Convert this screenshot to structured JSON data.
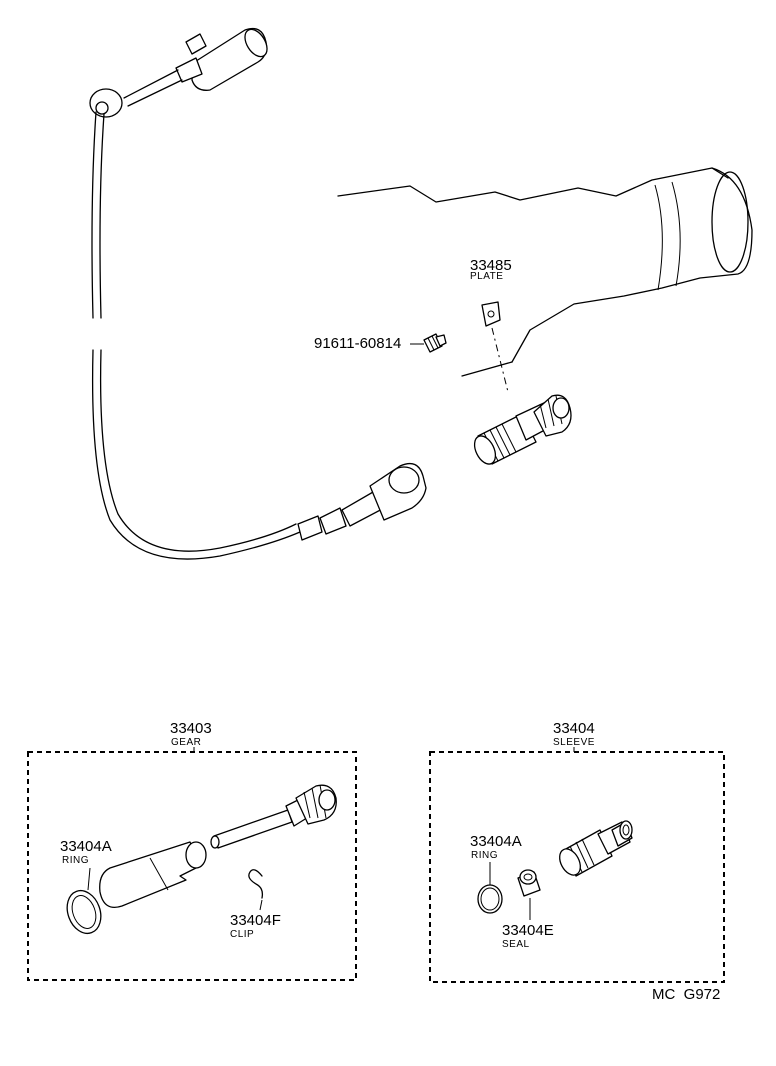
{
  "callouts": {
    "plate": {
      "number": "33485",
      "name": "PLATE"
    },
    "bolt": {
      "number": "91611-60814"
    },
    "gear": {
      "number": "33403",
      "name": "GEAR"
    },
    "ring_a": {
      "number": "33404A",
      "name": "RING"
    },
    "clip": {
      "number": "33404F",
      "name": "CLIP"
    },
    "sleeve": {
      "number": "33404",
      "name": "SLEEVE"
    },
    "ring_b": {
      "number": "33404A",
      "name": "RING"
    },
    "seal": {
      "number": "33404E",
      "name": "SEAL"
    }
  },
  "footer": {
    "code": "MC  G972"
  }
}
